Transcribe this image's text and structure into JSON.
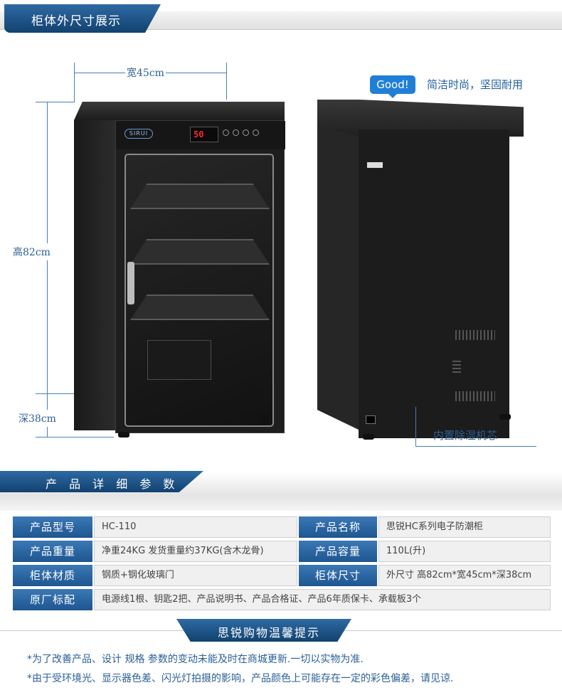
{
  "sections": {
    "dimensions_title": "柜体外尺寸展示",
    "specs_title": "产 品 详 细 参 数",
    "tips_title": "思锐购物温馨提示"
  },
  "diagram": {
    "width_label": "宽45cm",
    "height_label": "高82cm",
    "depth_label": "深38cm",
    "brand_logo": "SIRUI",
    "display_value": "50",
    "good_badge": "Good!",
    "good_text": "简洁时尚，坚固耐用",
    "callout": "内置除湿机芯"
  },
  "specs": [
    {
      "label": "产品型号",
      "value": "HC-110",
      "label2": "产品名称",
      "value2": "思锐HC系列电子防潮柜"
    },
    {
      "label": "产品重量",
      "value": "净重24KG  发货重量约37KG(含木龙骨)",
      "label2": "产品容量",
      "value2": "110L(升)"
    },
    {
      "label": "柜体材质",
      "value": "钢质+钢化玻璃门",
      "label2": "柜体尺寸",
      "value2": "外尺寸 高82cm*宽45cm*深38cm"
    },
    {
      "label": "原厂标配",
      "value": "电源线1根、钥匙2把、产品说明书、产品合格证、产品6年质保卡、承载板3个"
    }
  ],
  "notes": [
    "*为了改善产品、设计 规格 参数的变动未能及时在商城更新.一切以实物为准.",
    "*由于受环境光、显示器色差、闪光灯拍摄的影响，产品颜色上可能存在一定的彩色偏差，请见谅."
  ],
  "colors": {
    "accent": "#1e5690",
    "badge": "#1f7fd6",
    "text_blue": "#2b5f96"
  }
}
